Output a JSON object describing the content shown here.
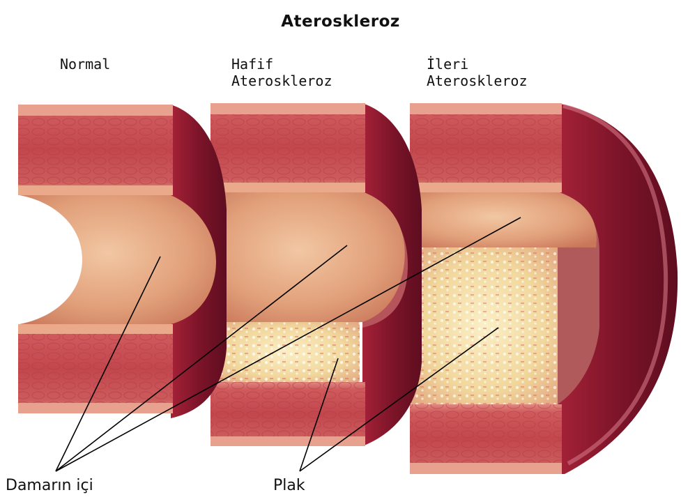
{
  "title": "Ateroskleroz",
  "stages": [
    {
      "line1": "Normal",
      "line2": ""
    },
    {
      "line1": "Hafif",
      "line2": "Ateroskleroz"
    },
    {
      "line1": "İleri",
      "line2": "Ateroskleroz"
    }
  ],
  "callouts": {
    "lumen": "Damarın içi",
    "plaque": "Plak"
  },
  "colors": {
    "wall": "#c94a4f",
    "wall_dark": "#7d1429",
    "lumen": "#e9b08a",
    "plaque": "#f3dca6",
    "outline": "#000000"
  }
}
